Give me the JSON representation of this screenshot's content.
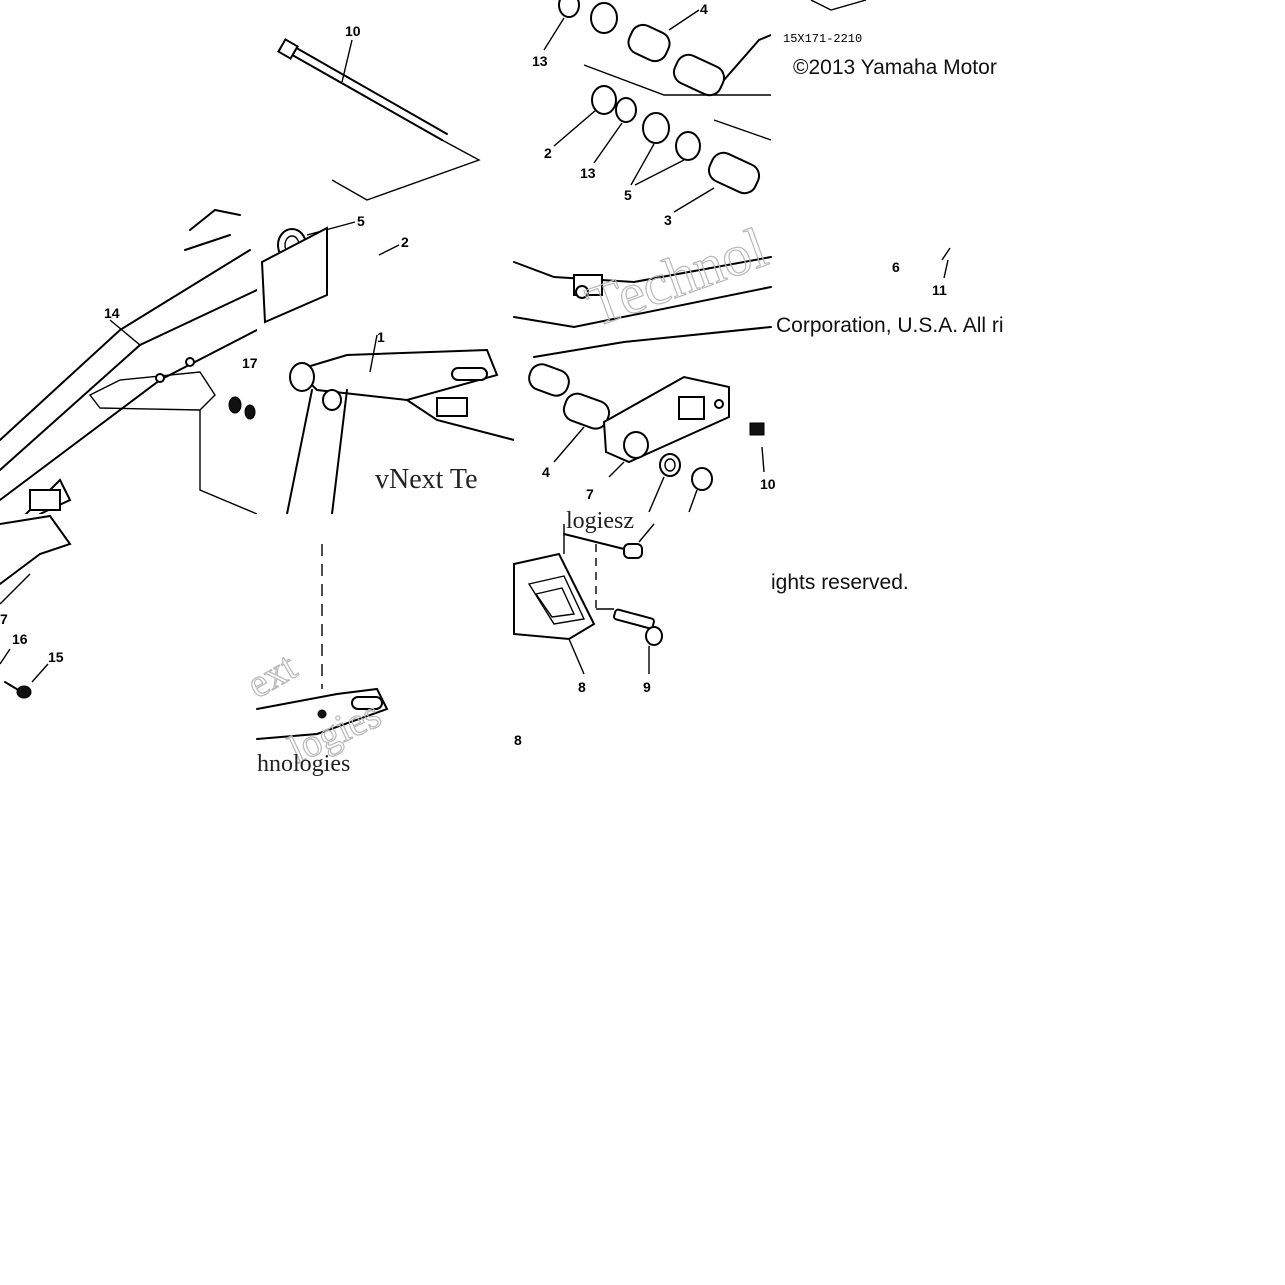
{
  "diagram": {
    "drawing_code": "15X171-2210",
    "copyright_parts": [
      "©2013 Yamaha Motor",
      "Corporation, U.S.A. All ri",
      "ights reserved."
    ],
    "watermark_texts": [
      "vNext Te",
      "Technol",
      "logiesz",
      "ext",
      "logies",
      "hnologies"
    ],
    "callouts": {
      "c1": "1",
      "c2a": "2",
      "c2b": "2",
      "c3": "3",
      "c4a": "4",
      "c4b": "4",
      "c5a": "5",
      "c5b": "5",
      "c6": "6",
      "c7a": "7",
      "c7b": "7",
      "c8a": "8",
      "c8b": "8",
      "c9": "9",
      "c10a": "10",
      "c10b": "10",
      "c11": "11",
      "c13a": "13",
      "c13b": "13",
      "c14": "14",
      "c15": "15",
      "c16": "16",
      "c17": "17"
    }
  }
}
